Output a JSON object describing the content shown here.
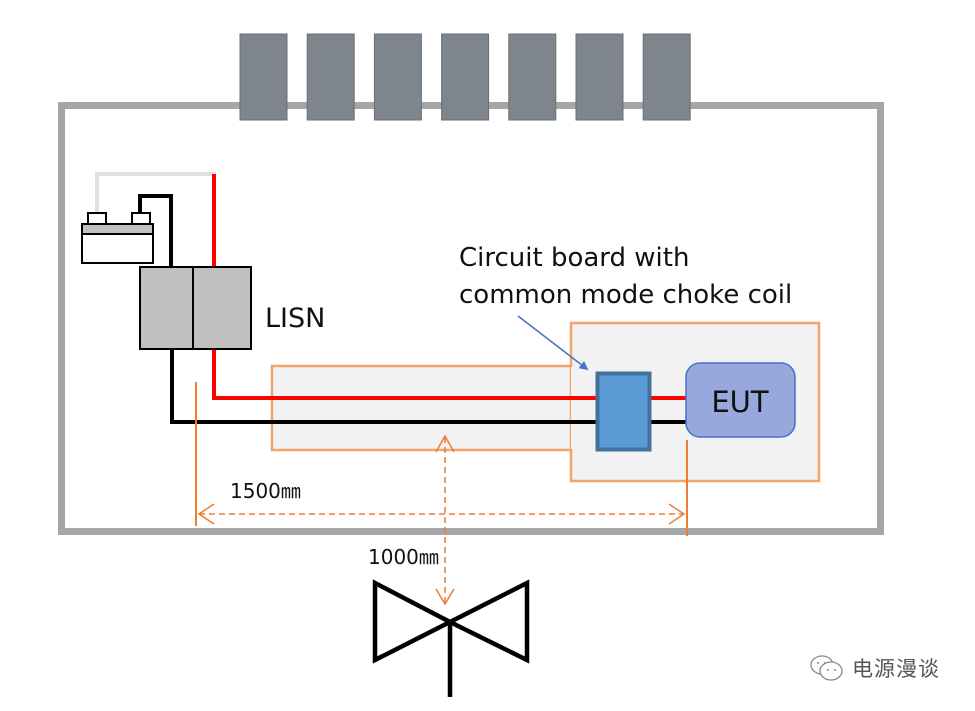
{
  "diagram": {
    "title": "Radiated emission test setup",
    "colors": {
      "room_outline": "#a6a6a6",
      "absorber": "#7f858c",
      "red_wire": "#ff0000",
      "black_wire": "#000000",
      "ground_wire": "#e0e0e0",
      "lisn_fill": "#c0c0c0",
      "table_outline": "#f4a46a",
      "table_fill": "#f2f2f2",
      "choke_fill": "#5b9bd5",
      "choke_border": "#41719c",
      "eut_fill": "#98a8dd",
      "eut_border": "#4472c4",
      "dimension": "#ed7d31",
      "callout_arrow": "#4472c4"
    },
    "absorber_count": 7,
    "labels": {
      "lisn": "LISN",
      "eut": "EUT",
      "callout_line1": "Circuit board with",
      "callout_line2": "common mode choke coil",
      "distance_horizontal": "1500㎜",
      "distance_vertical": "1000㎜"
    },
    "components": [
      {
        "name": "battery",
        "label": ""
      },
      {
        "name": "lisn",
        "label": "LISN"
      },
      {
        "name": "cable-harness",
        "label": ""
      },
      {
        "name": "common-mode-choke-board",
        "label": "Circuit board with common mode choke coil"
      },
      {
        "name": "eut",
        "label": "EUT"
      },
      {
        "name": "antenna",
        "label": ""
      }
    ]
  },
  "watermark": {
    "icon": "wechat-icon",
    "text": "电源漫谈"
  }
}
